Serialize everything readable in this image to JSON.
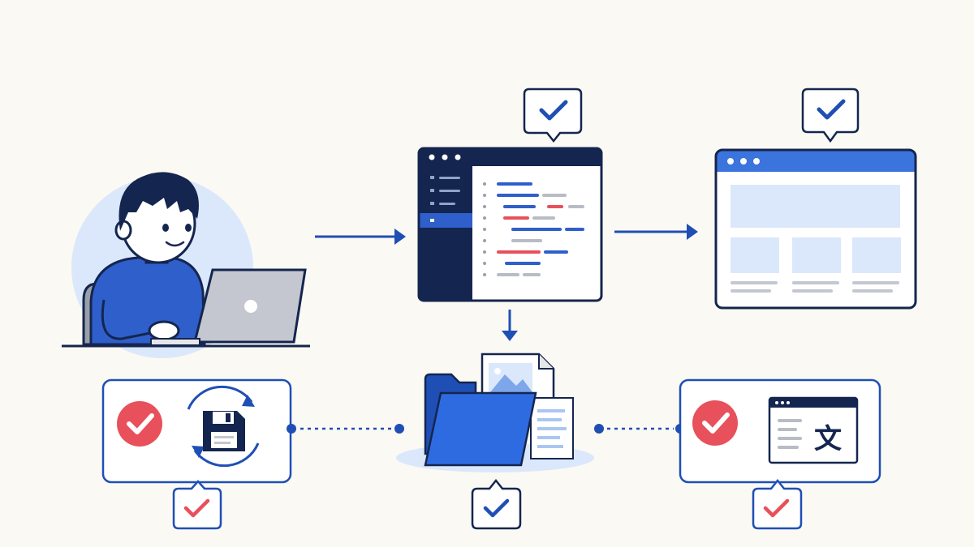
{
  "colors": {
    "background": "#fbf9f3",
    "navy": "#14264f",
    "blue": "#2f5fcb",
    "arrow_blue": "#1f4fb5",
    "light_blue": "#dbe8fb",
    "red": "#e8505b",
    "gray": "#b8bcc4"
  },
  "nodes": [
    {
      "id": "developer",
      "icon": "person-with-laptop"
    },
    {
      "id": "code-editor",
      "icon": "code-editor-window",
      "check": "checked"
    },
    {
      "id": "web-page",
      "icon": "browser-window",
      "check": "checked"
    },
    {
      "id": "project-folder",
      "icon": "folder-with-files",
      "check": "checked"
    },
    {
      "id": "save-sync",
      "icon": "floppy-disk-sync",
      "status": "checked",
      "check": "checked"
    },
    {
      "id": "translation",
      "icon": "translate-window",
      "status": "checked",
      "check": "checked"
    }
  ],
  "translation_glyph": "文"
}
